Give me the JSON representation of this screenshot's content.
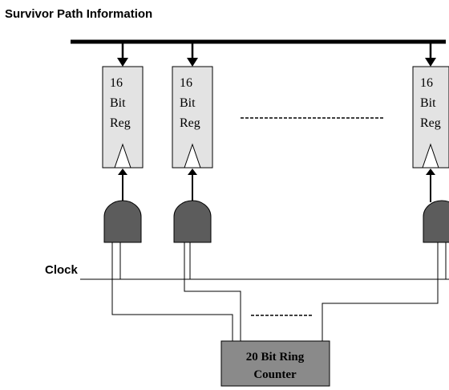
{
  "title": "Survivor Path Information",
  "registers": [
    {
      "line1": "16",
      "line2": "Bit",
      "line3": "Reg"
    },
    {
      "line1": "16",
      "line2": "Bit",
      "line3": "Reg"
    },
    {
      "line1": "16",
      "line2": "Bit",
      "line3": "Reg"
    }
  ],
  "clock_label": "Clock",
  "counter": {
    "line1": "20 Bit Ring",
    "line2": "Counter"
  },
  "colors": {
    "register_fill": "#e3e3e3",
    "gate_fill": "#5c5c5c",
    "counter_fill": "#8a8a8a",
    "line": "#000000"
  }
}
